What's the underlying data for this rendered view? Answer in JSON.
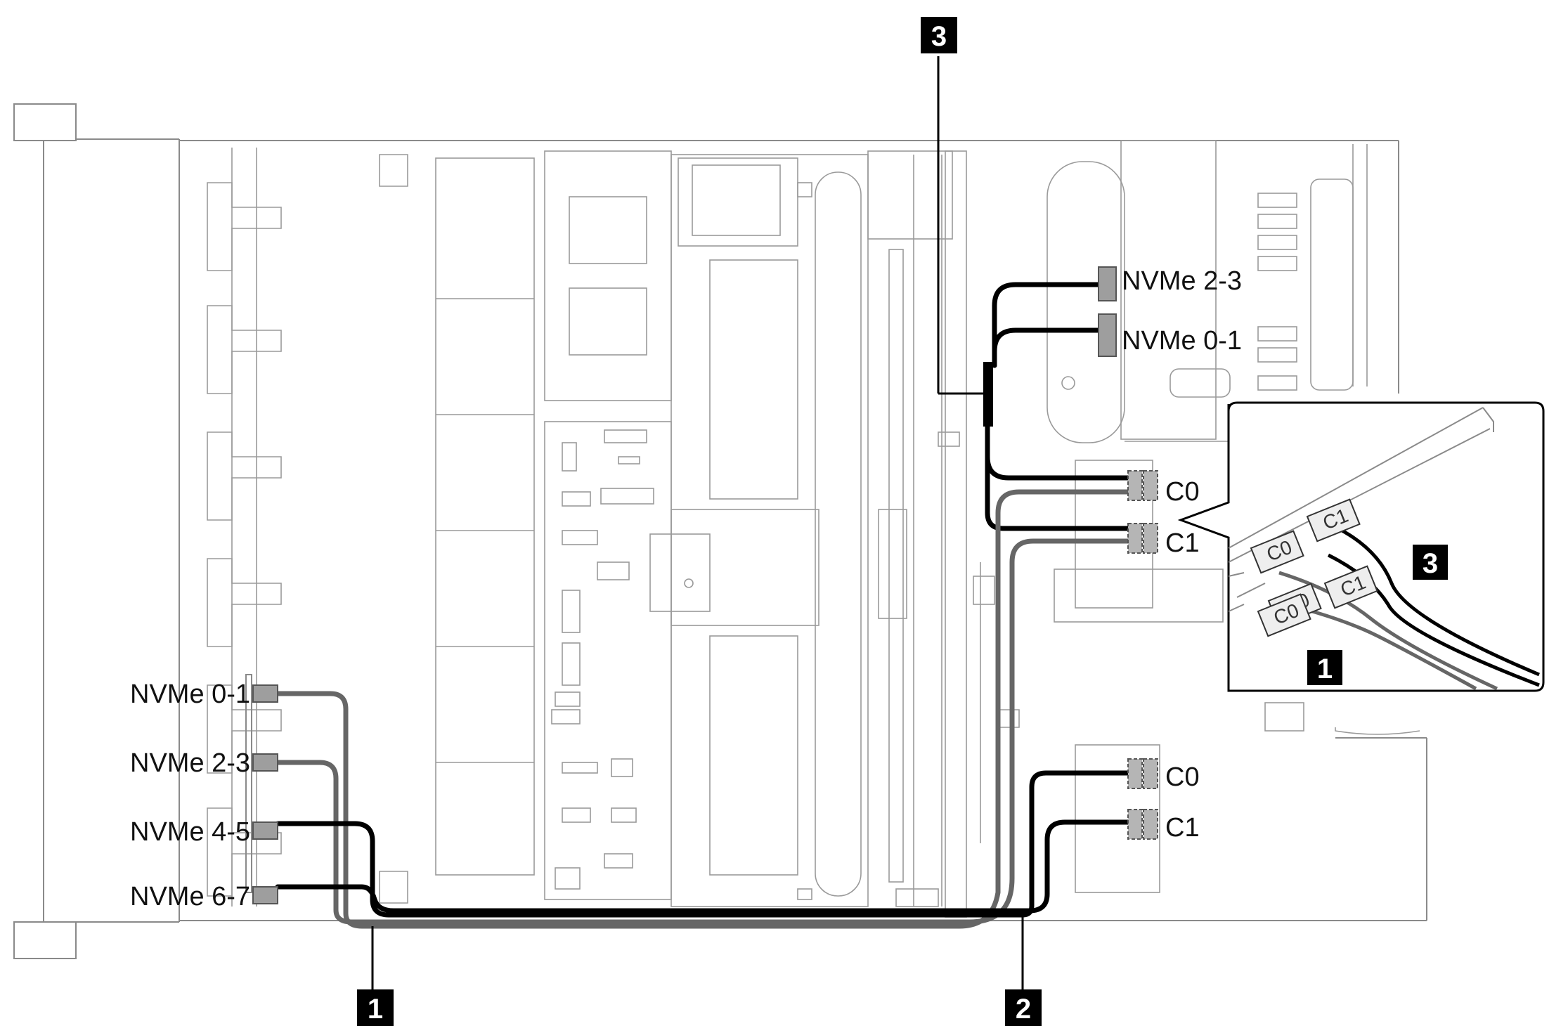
{
  "badges": {
    "one": "1",
    "two": "2",
    "three": "3"
  },
  "labels": {
    "riser_nvme_2_3": "NVMe 2-3",
    "riser_nvme_0_1": "NVMe 0-1",
    "card_top_c0": "C0",
    "card_top_c1": "C1",
    "card_bottom_c0": "C0",
    "card_bottom_c1": "C1",
    "backplane_nvme_0_1": "NVMe 0-1",
    "backplane_nvme_2_3": "NVMe 2-3",
    "backplane_nvme_4_5": "NVMe 4-5",
    "backplane_nvme_6_7": "NVMe 6-7"
  },
  "zoom": {
    "c0_upper": "C0",
    "c1_upper": "C1",
    "c0_mid": "C0",
    "c1_mid": "C1",
    "c0_lower": "C0"
  },
  "colors": {
    "cable_black": "#000000",
    "cable_gray": "#666666",
    "badge_fill": "#000000",
    "outline": "#8a8a8a"
  }
}
